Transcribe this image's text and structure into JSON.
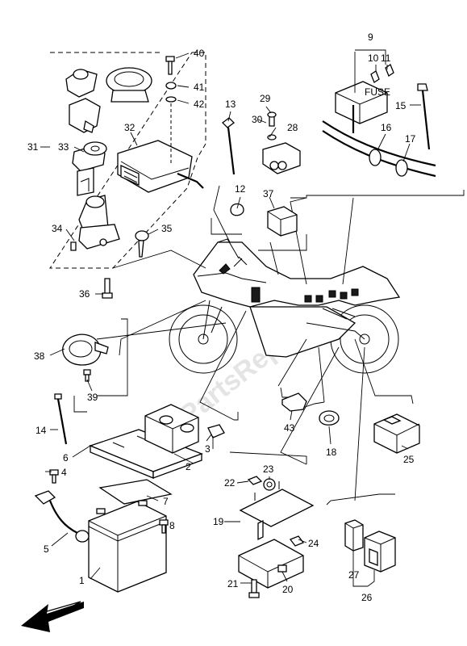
{
  "watermark": "PartsRepublik",
  "callouts": {
    "c1": "1",
    "c2": "2",
    "c3": "3",
    "c4": "4",
    "c5": "5",
    "c6": "6",
    "c7": "7",
    "c8": "8",
    "c9": "9",
    "c10": "10",
    "c11": "11",
    "c12": "12",
    "c13": "13",
    "c14": "14",
    "c15": "15",
    "c16": "16",
    "c17": "17",
    "c18": "18",
    "c19": "19",
    "c20": "20",
    "c21": "21",
    "c22": "22",
    "c23": "23",
    "c24": "24",
    "c25": "25",
    "c26": "26",
    "c27": "27",
    "c28": "28",
    "c29": "29",
    "c30": "30",
    "c31": "31",
    "c32": "32",
    "c33": "33",
    "c34": "34",
    "c35": "35",
    "c36": "36",
    "c37": "37",
    "c38": "38",
    "c39": "39",
    "c40": "40",
    "c41": "41",
    "c42": "42",
    "c43": "43"
  },
  "fuse_box_label": "FUSE",
  "front_arrow_icon": "arrow-down-left-icon"
}
